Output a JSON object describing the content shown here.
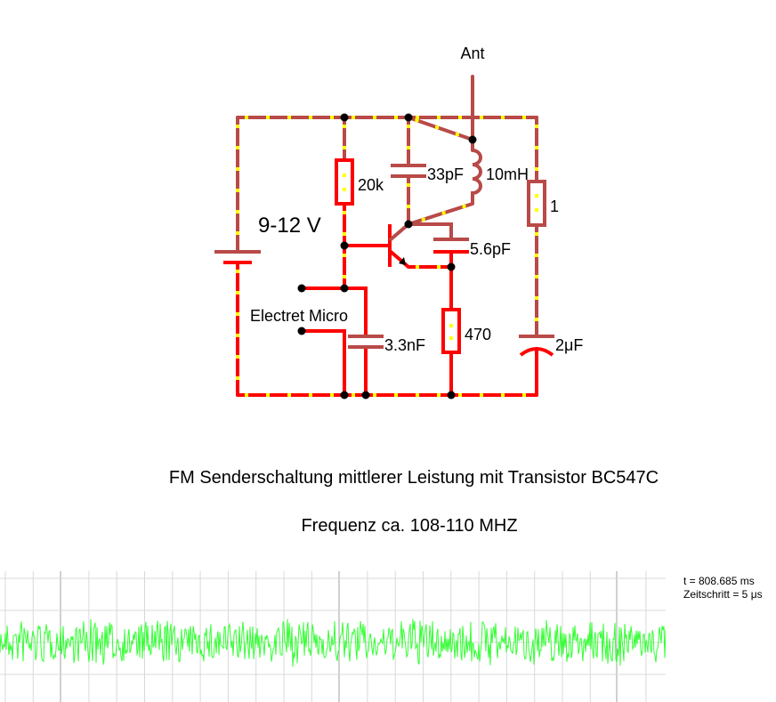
{
  "circuit": {
    "labels": {
      "antenna": "Ant",
      "resistor_20k": "20k",
      "capacitor_33pF": "33pF",
      "inductor_10mH": "10mH",
      "resistor_1": "1",
      "battery_voltage": "9-12 V",
      "capacitor_5_6pF": "5.6pF",
      "microphone": "Electret Micro",
      "capacitor_3_3nF": "3.3nF",
      "resistor_470": "470",
      "capacitor_2uF": "2μF"
    },
    "colors": {
      "wire_high": "#b84a48",
      "wire_low": "#ff0000",
      "current_dot": "#ffff00",
      "node": "#000000"
    }
  },
  "texts": {
    "title": "FM Senderschaltung mittlerer Leistung mit Transistor BC547C",
    "frequency": "Frequenz ca. 108-110 MHZ"
  },
  "scope": {
    "time_readout": "t = 808.685 ms",
    "timestep_readout": "Zeitschritt = 5 μs",
    "trace_color": "#33ff33",
    "grid_color": "#d8d8d8",
    "major_grid_color": "#a0a0a0"
  }
}
